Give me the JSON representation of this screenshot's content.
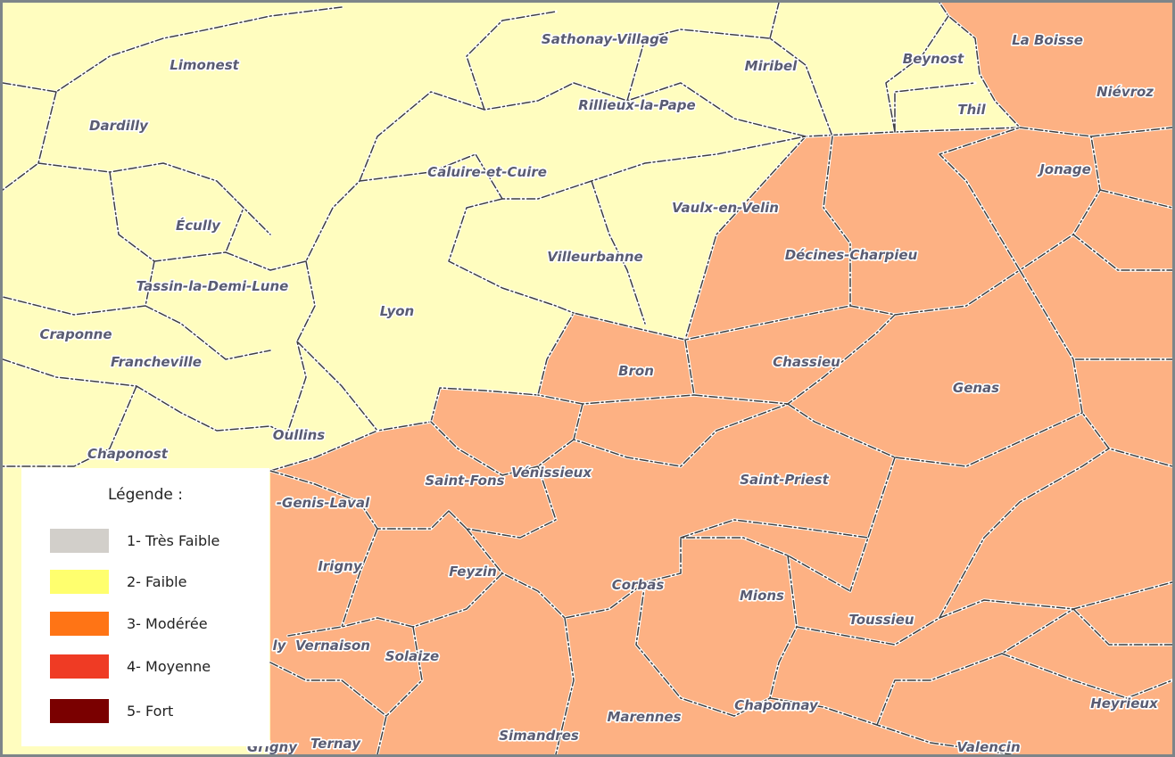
{
  "colors": {
    "faible_fill": "#fffdbf",
    "moderee_fill": "#fdb183",
    "frame_border": "#7d8589",
    "label_text": "#5a5c72"
  },
  "map": {
    "communes": [
      {
        "name": "Sathonay-Village",
        "level": "2- Faible"
      },
      {
        "name": "Limonest",
        "level": "2- Faible"
      },
      {
        "name": "Miribel",
        "level": "2- Faible"
      },
      {
        "name": "Beynost",
        "level": "2- Faible"
      },
      {
        "name": "La Boisse",
        "level": "3- Modérée"
      },
      {
        "name": "Niévroz",
        "level": "3- Modérée"
      },
      {
        "name": "Dardilly",
        "level": "2- Faible"
      },
      {
        "name": "Rillieux-la-Pape",
        "level": "2- Faible"
      },
      {
        "name": "Thil",
        "level": "2- Faible"
      },
      {
        "name": "Caluire-et-Cuire",
        "level": "2- Faible"
      },
      {
        "name": "Jonage",
        "level": "3- Modérée"
      },
      {
        "name": "Vaulx-en-Velin",
        "level": "2- Faible"
      },
      {
        "name": "Écully",
        "level": "2- Faible"
      },
      {
        "name": "Villeurbanne",
        "level": "2- Faible"
      },
      {
        "name": "Décines-Charpieu",
        "level": "3- Modérée"
      },
      {
        "name": "Tassin-la-Demi-Lune",
        "level": "2- Faible"
      },
      {
        "name": "Lyon",
        "level": "2- Faible"
      },
      {
        "name": "Craponne",
        "level": "2- Faible"
      },
      {
        "name": "Francheville",
        "level": "2- Faible"
      },
      {
        "name": "Bron",
        "level": "3- Modérée"
      },
      {
        "name": "Chassieu",
        "level": "3- Modérée"
      },
      {
        "name": "Genas",
        "level": "3- Modérée"
      },
      {
        "name": "Oullins",
        "level": "2- Faible"
      },
      {
        "name": "Chaponost",
        "level": "2- Faible"
      },
      {
        "name": "Saint-Fons",
        "level": "3- Modérée"
      },
      {
        "name": "Vénissieux",
        "level": "3- Modérée"
      },
      {
        "name": "Saint-Priest",
        "level": "3- Modérée"
      },
      {
        "name": "-Genis-Laval",
        "level": "3- Modérée"
      },
      {
        "name": "Irigny",
        "level": "3- Modérée"
      },
      {
        "name": "Feyzin",
        "level": "3- Modérée"
      },
      {
        "name": "Corbas",
        "level": "3- Modérée"
      },
      {
        "name": "Mions",
        "level": "3- Modérée"
      },
      {
        "name": "Toussieu",
        "level": "3- Modérée"
      },
      {
        "name": "ly",
        "level": "3- Modérée"
      },
      {
        "name": "Vernaison",
        "level": "3- Modérée"
      },
      {
        "name": "Solaize",
        "level": "3- Modérée"
      },
      {
        "name": "Chaponnay",
        "level": "3- Modérée"
      },
      {
        "name": "Heyrieux",
        "level": "3- Modérée"
      },
      {
        "name": "Marennes",
        "level": "3- Modérée"
      },
      {
        "name": "Simandres",
        "level": "3- Modérée"
      },
      {
        "name": "Grigny",
        "level": "3- Modérée"
      },
      {
        "name": "Ternay",
        "level": "3- Modérée"
      },
      {
        "name": "Valencin",
        "level": "3- Modérée"
      }
    ]
  },
  "legend": {
    "title": "Légende :",
    "items": [
      {
        "label": "1- Très Faible",
        "color": "#d2cfca"
      },
      {
        "label": "2- Faible",
        "color": "#ffff6e"
      },
      {
        "label": "3- Modérée",
        "color": "#ff7415"
      },
      {
        "label": "4- Moyenne",
        "color": "#ef3b24"
      },
      {
        "label": "5- Fort",
        "color": "#7a0000"
      }
    ]
  }
}
